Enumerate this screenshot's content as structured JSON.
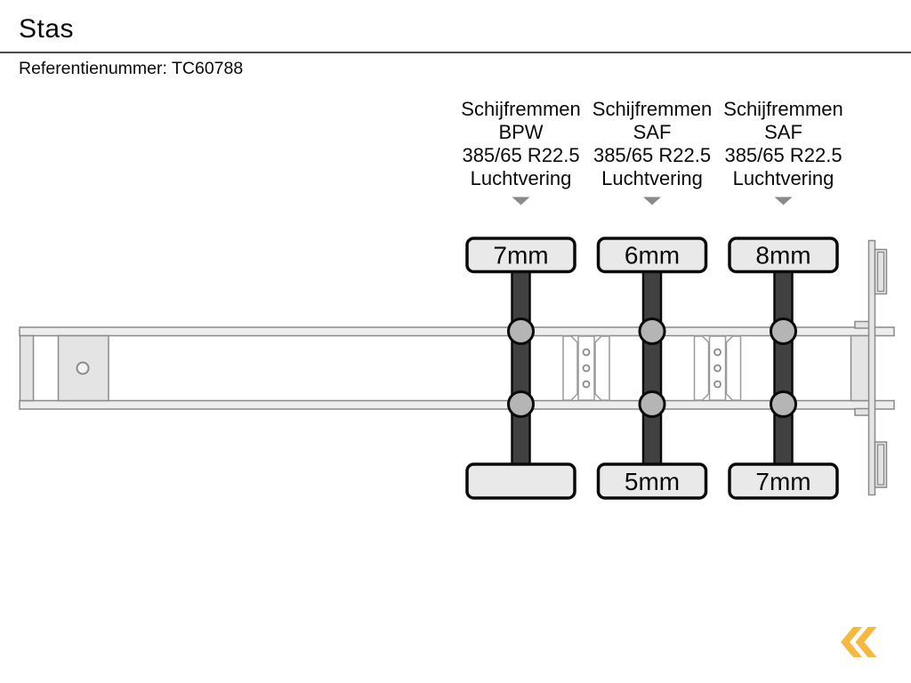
{
  "header": {
    "title": "Stas",
    "reference_label": "Referentienummer:",
    "reference_number": "TC60788"
  },
  "axles": [
    {
      "brakes": "Schijfremmen",
      "brand": "BPW",
      "tire_size": "385/65 R22.5",
      "suspension": "Luchtvering",
      "top_tread": "7mm",
      "bottom_tread": ""
    },
    {
      "brakes": "Schijfremmen",
      "brand": "SAF",
      "tire_size": "385/65 R22.5",
      "suspension": "Luchtvering",
      "top_tread": "6mm",
      "bottom_tread": "5mm"
    },
    {
      "brakes": "Schijfremmen",
      "brand": "SAF",
      "tire_size": "385/65 R22.5",
      "suspension": "Luchtvering",
      "top_tread": "8mm",
      "bottom_tread": "7mm"
    }
  ],
  "logo": {
    "icon": "double-chevron-left"
  },
  "colors": {
    "accent": "#F6B93F",
    "axle-dark": "#414141",
    "tire-fill": "#e9e9e9",
    "hub-fill": "#b5b5b5",
    "rail-fill": "#ededed",
    "plate-fill": "#e4e4e4",
    "outline": "#8a8a8a"
  }
}
